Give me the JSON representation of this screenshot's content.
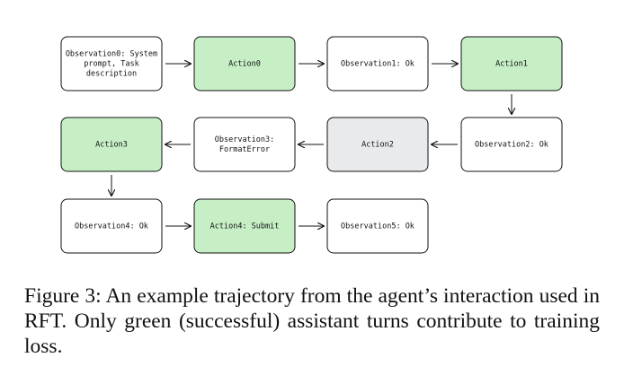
{
  "colors": {
    "success_fill": "#c6efc6",
    "neutral_fill": "#ffffff",
    "failed_fill": "#e8eaec",
    "stroke": "#111111"
  },
  "diagram": {
    "nodes": [
      {
        "id": "obs0",
        "kind": "observation",
        "lines": [
          "Observation0: System",
          "prompt, Task",
          "description"
        ]
      },
      {
        "id": "act0",
        "kind": "success",
        "lines": [
          "Action0"
        ]
      },
      {
        "id": "obs1",
        "kind": "observation",
        "lines": [
          "Observation1: Ok"
        ]
      },
      {
        "id": "act1",
        "kind": "success",
        "lines": [
          "Action1"
        ]
      },
      {
        "id": "obs2",
        "kind": "observation",
        "lines": [
          "Observation2: Ok"
        ]
      },
      {
        "id": "act2",
        "kind": "failed",
        "lines": [
          "Action2"
        ]
      },
      {
        "id": "obs3",
        "kind": "observation",
        "lines": [
          "Observation3:",
          "FormatError"
        ]
      },
      {
        "id": "act3",
        "kind": "success",
        "lines": [
          "Action3"
        ]
      },
      {
        "id": "obs4",
        "kind": "observation",
        "lines": [
          "Observation4: Ok"
        ]
      },
      {
        "id": "act4",
        "kind": "success",
        "lines": [
          "Action4: Submit"
        ]
      },
      {
        "id": "obs5",
        "kind": "observation",
        "lines": [
          "Observation5: Ok"
        ]
      }
    ],
    "edges": [
      [
        "obs0",
        "act0"
      ],
      [
        "act0",
        "obs1"
      ],
      [
        "obs1",
        "act1"
      ],
      [
        "act1",
        "obs2"
      ],
      [
        "obs2",
        "act2"
      ],
      [
        "act2",
        "obs3"
      ],
      [
        "obs3",
        "act3"
      ],
      [
        "act3",
        "obs4"
      ],
      [
        "obs4",
        "act4"
      ],
      [
        "act4",
        "obs5"
      ]
    ]
  },
  "caption": {
    "text": "Figure 3: An example trajectory from the agent’s interaction used in RFT. Only green (successful) assistant turns contribute to training loss."
  }
}
